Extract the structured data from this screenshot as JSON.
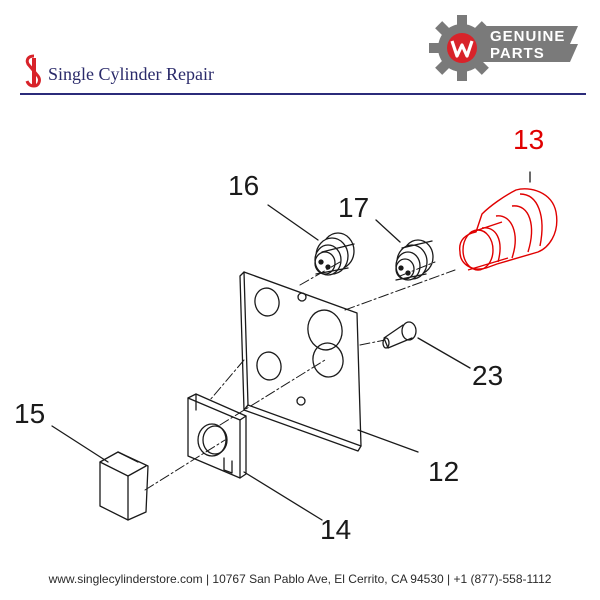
{
  "header": {
    "brand_name": "Single Cylinder Repair",
    "badge": {
      "line1": "GENUINE",
      "line2": "PARTS",
      "mark": "W"
    }
  },
  "diagram": {
    "callouts": [
      {
        "id": "13",
        "label": "13",
        "highlighted": true
      },
      {
        "id": "16",
        "label": "16",
        "highlighted": false
      },
      {
        "id": "17",
        "label": "17",
        "highlighted": false
      },
      {
        "id": "23",
        "label": "23",
        "highlighted": false
      },
      {
        "id": "15",
        "label": "15",
        "highlighted": false
      },
      {
        "id": "12",
        "label": "12",
        "highlighted": false
      },
      {
        "id": "14",
        "label": "14",
        "highlighted": false
      }
    ]
  },
  "footer": {
    "text": "www.singlecylinderstore.com  |  10767 San Pablo Ave, El Cerrito, CA 94530  |  +1 (877)-558-1112"
  },
  "colors": {
    "brand": "#2b2b7a",
    "highlight": "#e00000",
    "logo_red": "#d8232a",
    "badge_gray": "#7a7a7a"
  }
}
